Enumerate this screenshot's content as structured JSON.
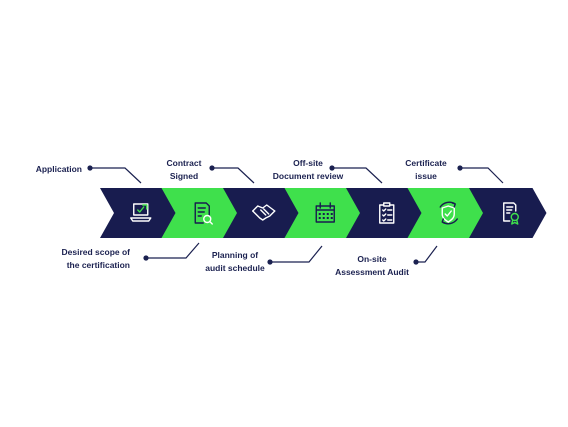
{
  "colors": {
    "navy": "#181c4f",
    "green": "#3fe04c",
    "icon_on_navy": "#ffffff",
    "icon_on_green": "#181c4f",
    "accent_icon": "#3fe04c",
    "connector": "#1b2150",
    "text": "#1b2150"
  },
  "steps": [
    {
      "label_lines": [
        "Application"
      ],
      "icon": "laptop-check-icon",
      "color": "navy"
    },
    {
      "label_lines": [
        "Desired scope of",
        "the certification"
      ],
      "icon": "document-search-icon",
      "color": "green"
    },
    {
      "label_lines": [
        "Contract",
        "Signed"
      ],
      "icon": "handshake-icon",
      "color": "navy"
    },
    {
      "label_lines": [
        "Planning of",
        "audit schedule"
      ],
      "icon": "calendar-icon",
      "color": "green"
    },
    {
      "label_lines": [
        "Off-site",
        "Document review"
      ],
      "icon": "clipboard-checklist-icon",
      "color": "navy"
    },
    {
      "label_lines": [
        "On-site",
        "Assessment Audit"
      ],
      "icon": "shield-cycle-icon",
      "color": "green"
    },
    {
      "label_lines": [
        "Certificate",
        "issue"
      ],
      "icon": "certificate-icon",
      "color": "navy"
    }
  ]
}
